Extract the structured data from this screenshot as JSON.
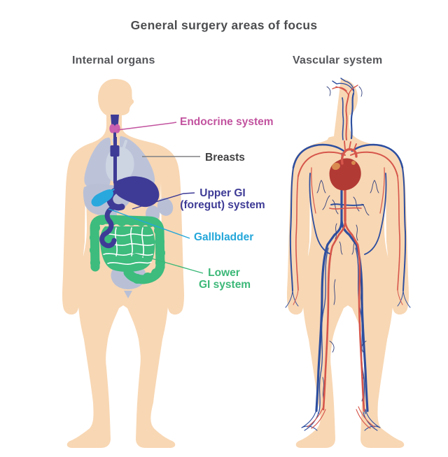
{
  "title": "General surgery areas of focus",
  "panels": {
    "left_heading": "Internal organs",
    "right_heading": "Vascular system"
  },
  "callouts": {
    "endocrine": {
      "text": "Endocrine system",
      "color": "#c2539f"
    },
    "breasts": {
      "text": "Breasts",
      "color": "#414042"
    },
    "upper_gi": {
      "line1": "Upper GI",
      "line2": "(foregut) system",
      "color": "#3e3b96"
    },
    "gallbladder": {
      "text": "Gallbladder",
      "color": "#24a7da"
    },
    "lower_gi": {
      "line1": "Lower",
      "line2": "GI system",
      "color": "#3cb878"
    }
  },
  "colors": {
    "title_gray": "#4c4d4f",
    "heading_gray": "#55565a",
    "skin": "#f8d7b4",
    "organ_gray": "#bcc3d9",
    "heart_pale": "#cdd4e2",
    "gi_indigo": "#3e3b96",
    "thyroid_pink": "#cb5fb0",
    "gallbladder_cyan": "#29a8dd",
    "bowel_green": "#3dbc7e",
    "artery_red": "#d6564b",
    "vein_blue": "#2e4f9f",
    "heart_red": "#b23a35"
  },
  "figures": {
    "left": {
      "name": "internal-organs-body",
      "organs": [
        "thyroid",
        "trachea-esophagus",
        "lungs",
        "heart",
        "liver",
        "spleen",
        "kidneys",
        "stomach",
        "duodenum",
        "gallbladder",
        "small-intestine",
        "colon",
        "bladder"
      ]
    },
    "right": {
      "name": "vascular-body",
      "elements": [
        "heart",
        "arteries",
        "veins"
      ]
    }
  }
}
